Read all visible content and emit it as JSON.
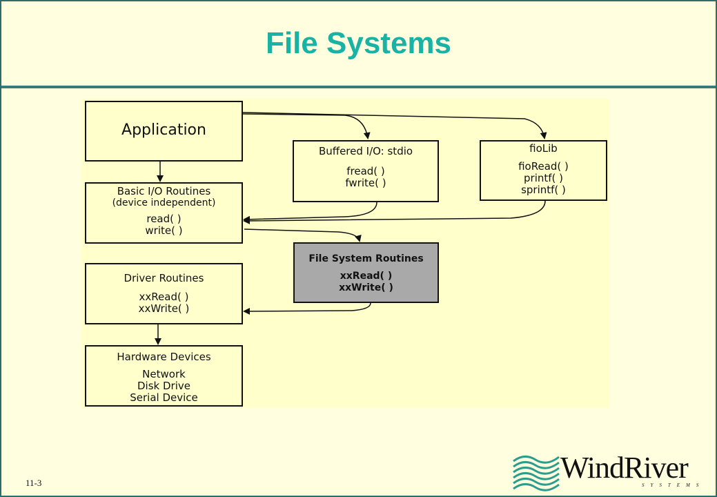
{
  "slide": {
    "title": "File Systems",
    "page_number": "11-3"
  },
  "diagram": {
    "application": {
      "label": "Application"
    },
    "buffered_io": {
      "header": "Buffered I/O: stdio",
      "lines": [
        "fread( )",
        "fwrite( )"
      ]
    },
    "fiolib": {
      "header": "fioLib",
      "lines": [
        "fioRead( )",
        "printf( )",
        "sprintf( )"
      ]
    },
    "basic_io": {
      "header": "Basic I/O Routines",
      "subheader": "(device independent)",
      "lines": [
        "read( )",
        "write( )"
      ]
    },
    "file_system": {
      "header": "File System Routines",
      "lines": [
        "xxRead( )",
        "xxWrite( )"
      ]
    },
    "driver": {
      "header": "Driver Routines",
      "lines": [
        "xxRead( )",
        "xxWrite( )"
      ]
    },
    "hardware": {
      "header": "Hardware Devices",
      "lines": [
        "Network",
        "Disk Drive",
        "Serial Device"
      ]
    }
  },
  "logo": {
    "wordmark": "WindRiver",
    "subtext": "SYSTEMS",
    "colors": {
      "waves": "#2a9d8f",
      "text": "#111111"
    }
  },
  "colors": {
    "background": "#ffffe0",
    "title": "#18b3a5",
    "frame": "#2f6e68",
    "highlight_box": "#a9a9a9"
  }
}
